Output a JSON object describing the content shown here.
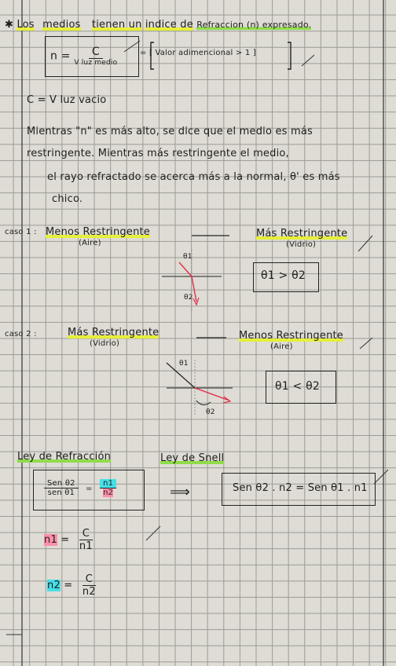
{
  "header": {
    "bullet": "✱",
    "text_1": "Los",
    "text_2": "medios",
    "text_3": "tienen un",
    "text_4": "indice de",
    "text_5": "Refraccion (n) expresado."
  },
  "formula_n": {
    "lhs": "n =",
    "num": "C",
    "den": "V luz medio",
    "rhs": "= [ Valor adimencional > 1 ]"
  },
  "c_def": "C = V luz vacio",
  "paragraph": {
    "line_1": "Mientras \"n\" es más alto, se dice que el medio es más",
    "line_2": "restringente. Mientras más restringente el medio,",
    "line_3": "el rayo refractado se acerca más a la normal, θ' es más",
    "line_4": "chico."
  },
  "case_1": {
    "label": "caso 1 :",
    "from": "Menos Restringente",
    "from_sub": "(Aire)",
    "to": "Más Restringente",
    "to_sub": "(Vidrio)",
    "angle_top": "θ1",
    "angle_bottom": "θ2",
    "result": "θ1 > θ2"
  },
  "case_2": {
    "label": "caso 2 :",
    "from": "Más Restringente",
    "from_sub": "(Vidrio)",
    "to": "Menos Restringente",
    "to_sub": "(Aire)",
    "angle_top": "θ1",
    "angle_bottom": "θ2",
    "result": "θ1 < θ2"
  },
  "snell": {
    "title_1": "Ley de Refracción",
    "title_2": "Ley de Snell",
    "frac_left_num": "Sen θ2",
    "frac_left_den": "sen θ1",
    "frac_right_num": "n1",
    "frac_right_den": "n2",
    "implies": "⟹",
    "result": "Sen θ2 . n2 = Sen θ1 . n1"
  },
  "n1_def": {
    "lhs": "n1",
    "eq": "=",
    "num": "C",
    "den": "n1"
  },
  "n2_def": {
    "lhs": "n2",
    "eq": "=",
    "num": "C",
    "den": "n2"
  },
  "colors": {
    "yellow": "#e6ef3a",
    "green": "#8fdc4a",
    "pink": "#ff8fa8",
    "cyan": "#45dfe8",
    "red": "#e0304a"
  }
}
